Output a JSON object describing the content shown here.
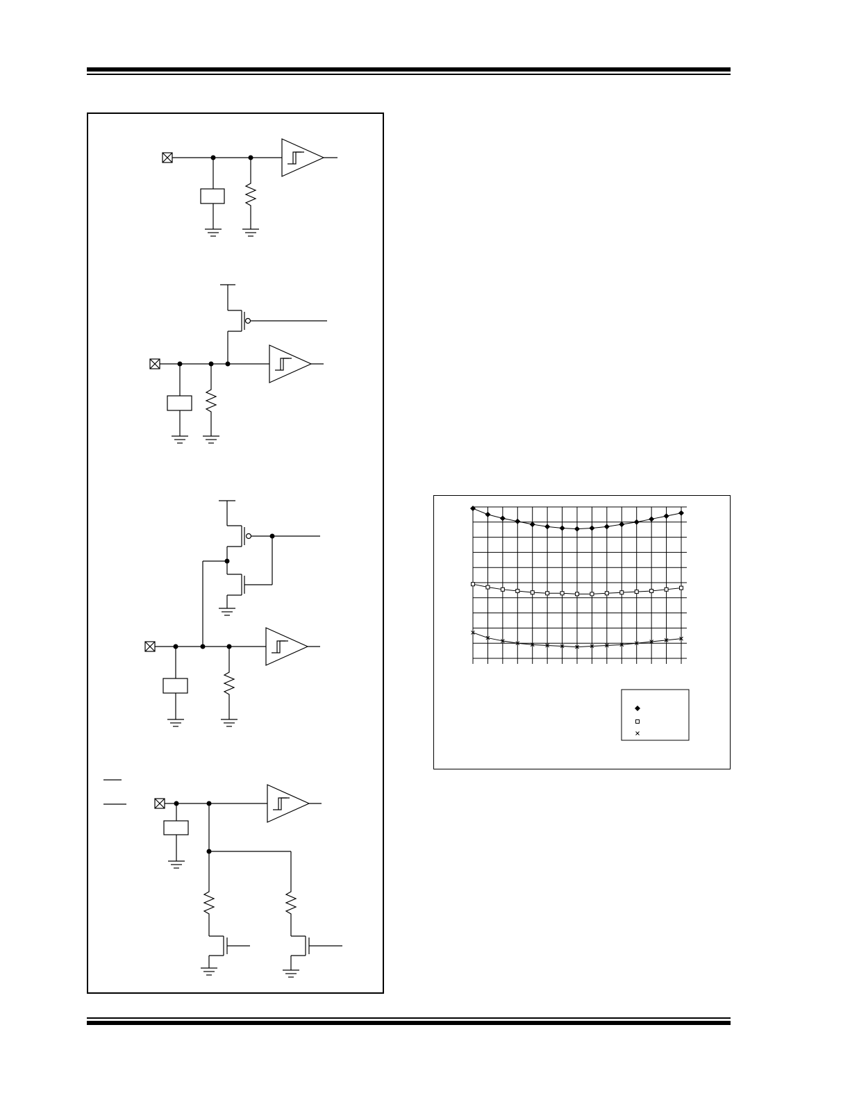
{
  "page": {
    "header_rule": true,
    "footer_rule": true
  },
  "circuits": {
    "count": 4
  },
  "chart_data": {
    "type": "line",
    "title": "",
    "xlabel": "",
    "ylabel": "",
    "x": [
      0,
      1,
      2,
      3,
      4,
      5,
      6,
      7,
      8,
      9,
      10,
      11,
      12,
      13,
      14
    ],
    "xlim": [
      0,
      14
    ],
    "ylim": [
      0,
      10
    ],
    "grid": true,
    "legend_position": "bottom-right",
    "series": [
      {
        "marker": "filled-diamond",
        "values": [
          9.9,
          9.5,
          9.25,
          9.05,
          8.85,
          8.7,
          8.6,
          8.55,
          8.6,
          8.7,
          8.85,
          9.0,
          9.2,
          9.4,
          9.6
        ]
      },
      {
        "marker": "open-square",
        "values": [
          4.9,
          4.7,
          4.55,
          4.45,
          4.35,
          4.3,
          4.3,
          4.25,
          4.25,
          4.3,
          4.35,
          4.4,
          4.45,
          4.55,
          4.65
        ]
      },
      {
        "marker": "x",
        "values": [
          1.7,
          1.35,
          1.15,
          1.0,
          0.9,
          0.85,
          0.8,
          0.75,
          0.8,
          0.85,
          0.9,
          1.0,
          1.1,
          1.2,
          1.3
        ]
      }
    ]
  }
}
